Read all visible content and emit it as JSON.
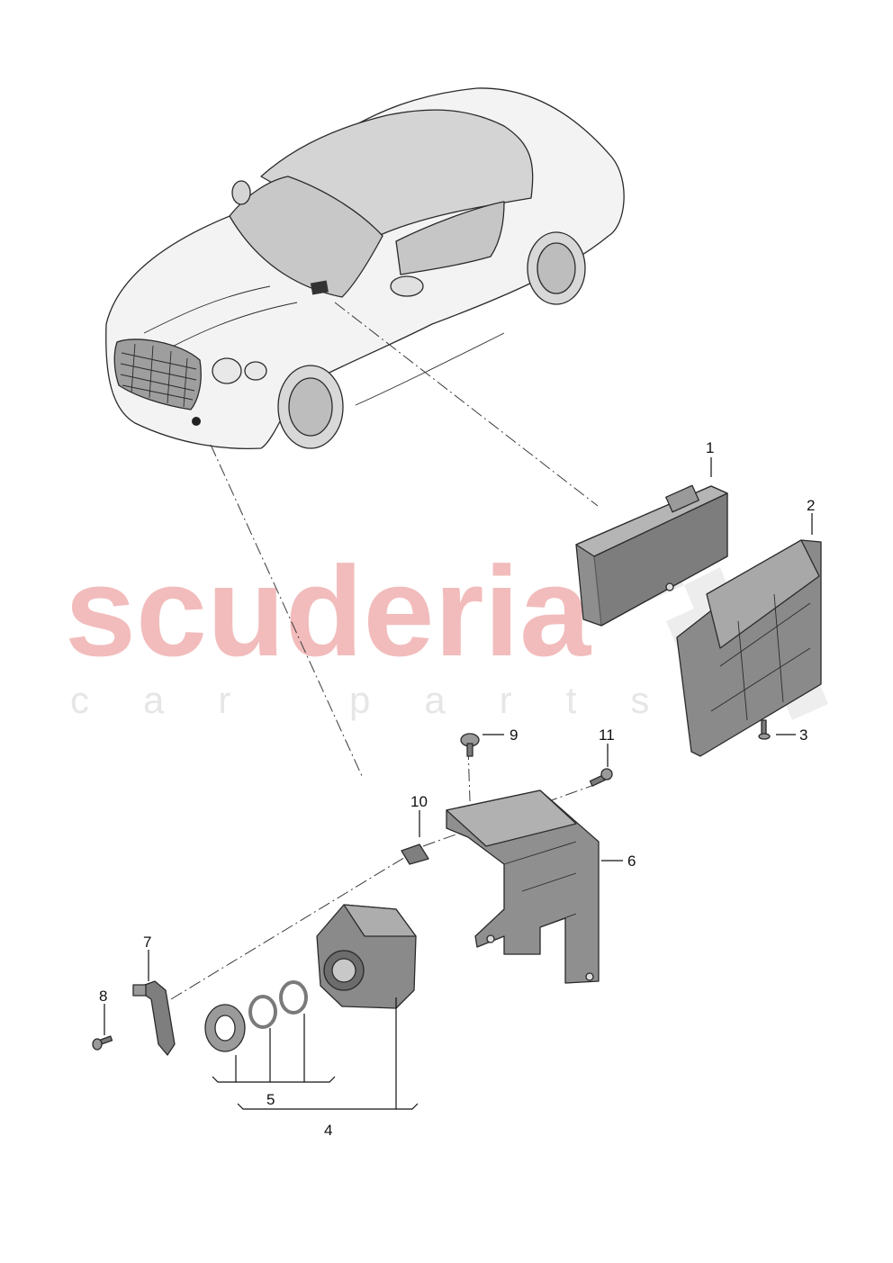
{
  "watermark": {
    "brand": "scuderia",
    "tagline": "car parts",
    "brand_color": "#f2bcbc"
  },
  "callouts": {
    "c1": "1",
    "c2": "2",
    "c3": "3",
    "c4": "4",
    "c5": "5",
    "c6": "6",
    "c7": "7",
    "c8": "8",
    "c9": "9",
    "c10": "10",
    "c11": "11"
  },
  "colors": {
    "part_fill": "#8d8d8d",
    "part_light": "#b3b3b3",
    "part_dark": "#5f5f5f",
    "car_body": "#f2f2f2",
    "glass": "#c9c9c9"
  }
}
